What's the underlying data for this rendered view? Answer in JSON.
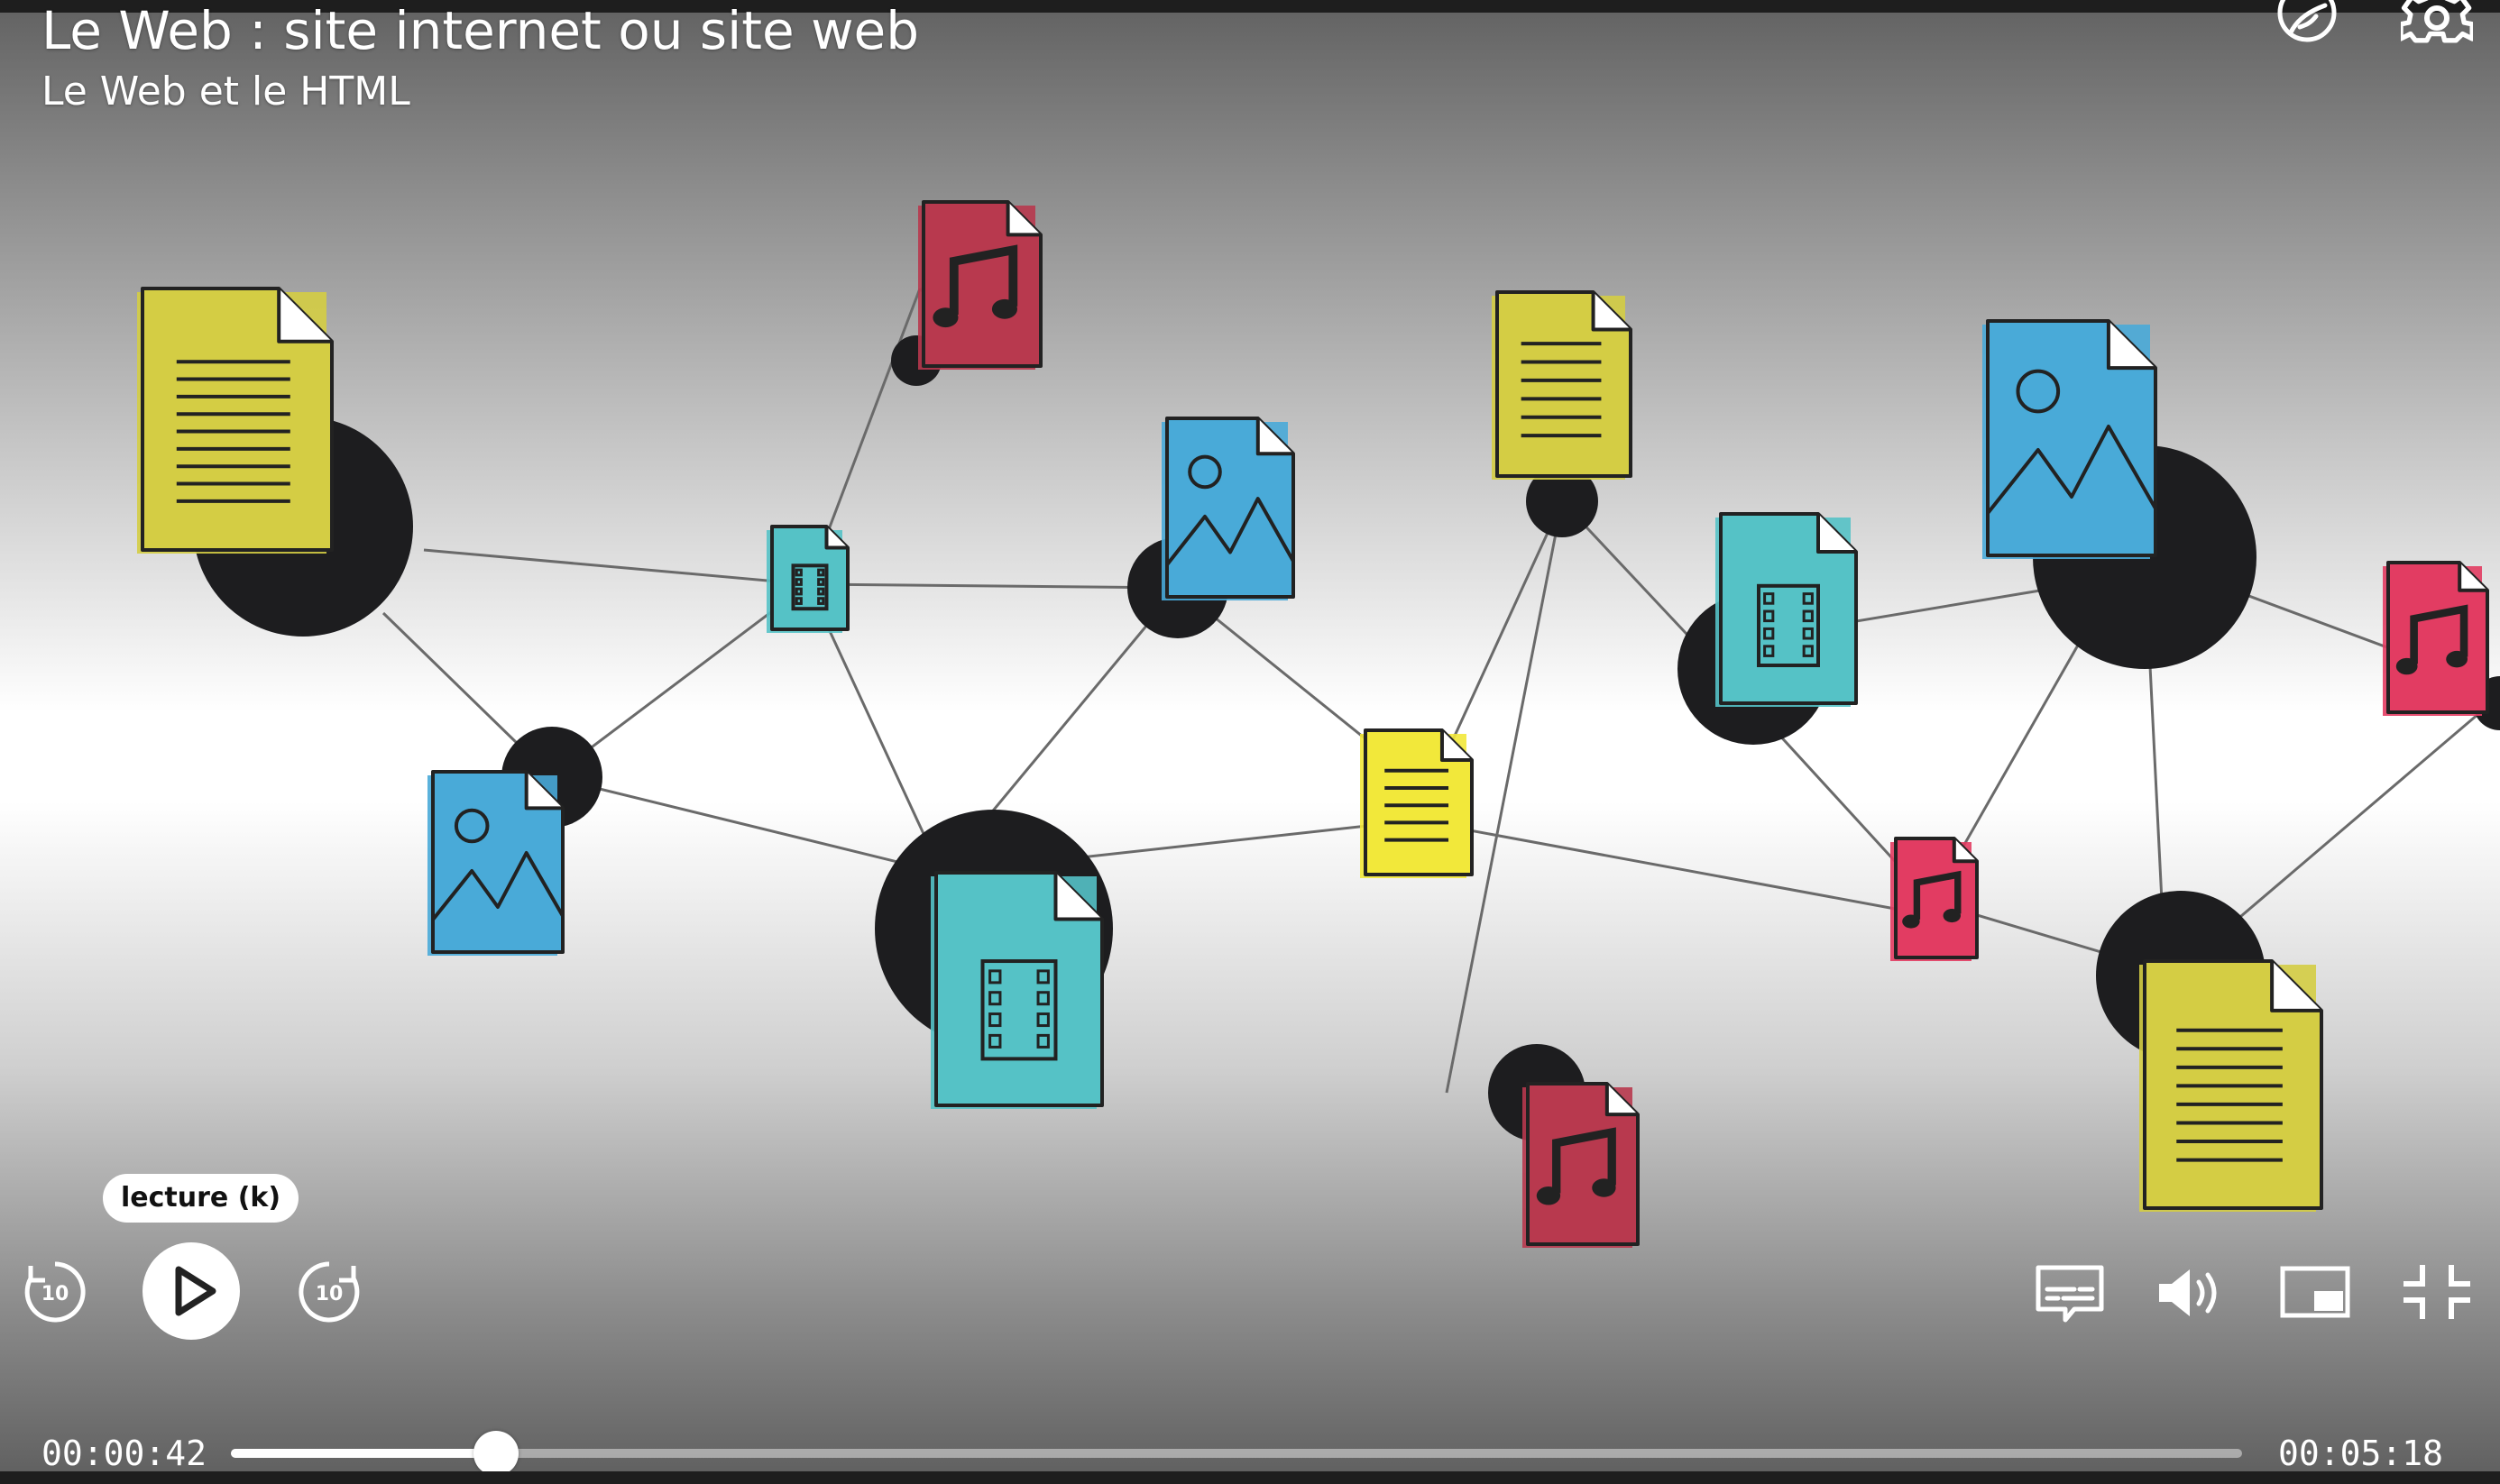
{
  "video": {
    "title": "Le Web : site internet ou site web",
    "subtitle": "Le Web et le HTML"
  },
  "controls": {
    "tooltip": "lecture (k)",
    "rewind_seconds": "10",
    "forward_seconds": "10",
    "current_time": "00:00:42",
    "duration": "00:05:18",
    "progress_fraction": 0.132
  },
  "icons": {
    "top_left": "leaf-icon",
    "top_right": "gear-icon",
    "rewind": "rewind-10-icon",
    "play": "play-icon",
    "forward": "forward-10-icon",
    "subtitles": "subtitles-icon",
    "volume": "volume-icon",
    "pip": "picture-in-picture-icon",
    "exit_fullscreen": "exit-fullscreen-icon"
  },
  "colors": {
    "doc_yellow": "#d4cd44",
    "doc_bright_yellow": "#f2e83a",
    "music_red": "#b8394e",
    "music_pink": "#e23c62",
    "video_teal": "#55c2c6",
    "image_blue": "#49aad8",
    "node_black": "#1d1d1f"
  }
}
